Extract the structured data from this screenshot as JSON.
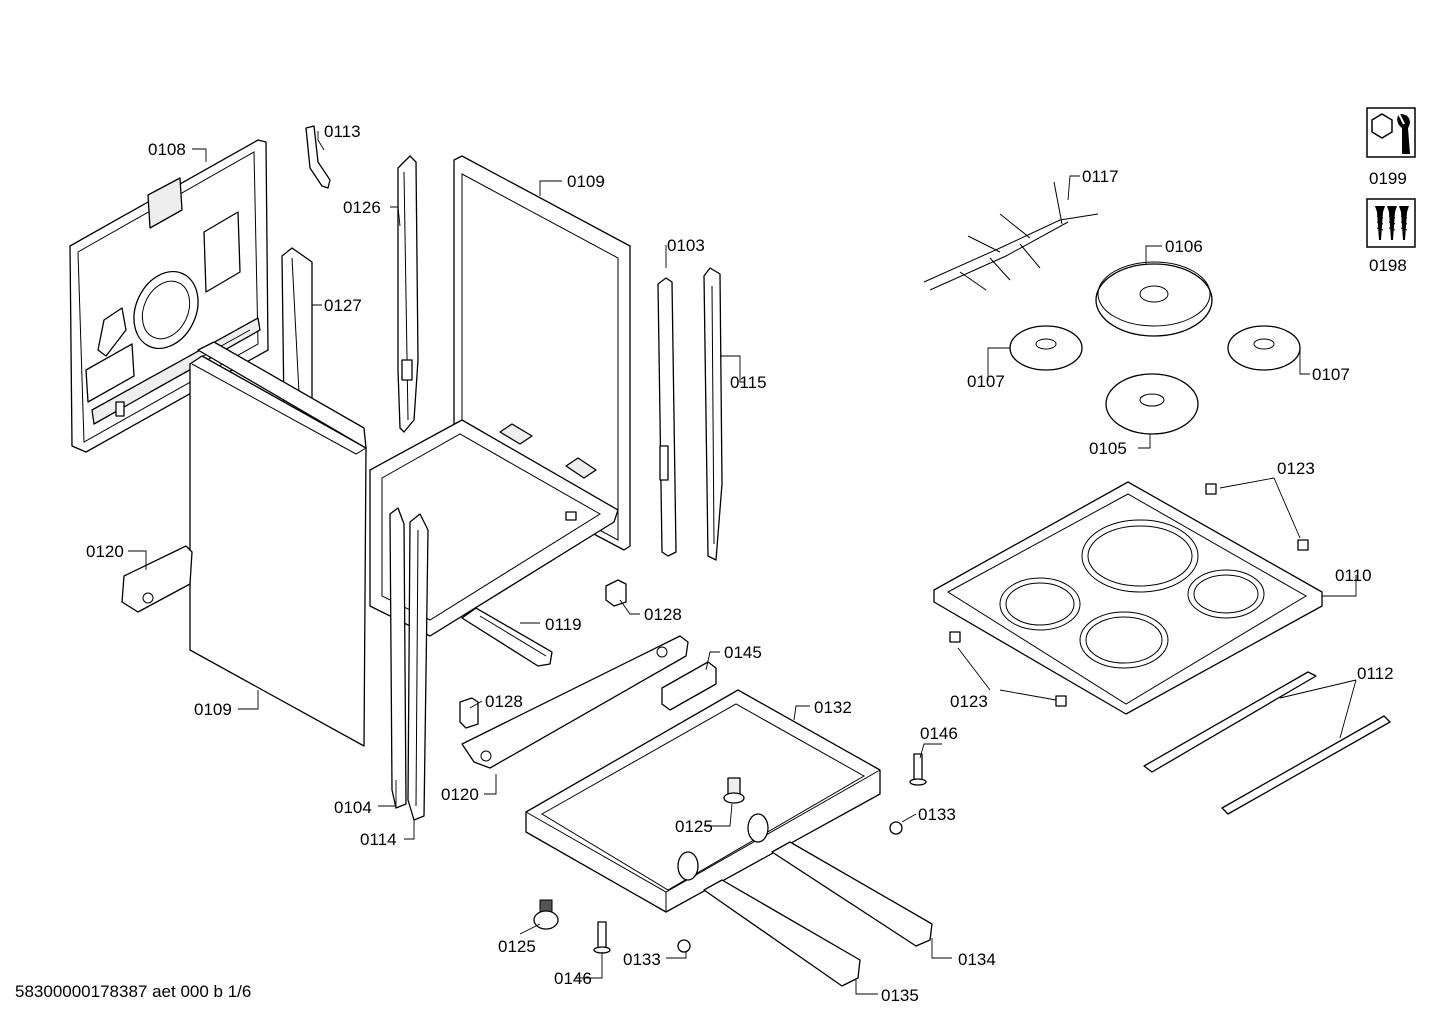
{
  "labels": {
    "p0108": "0108",
    "p0113": "0113",
    "p0126": "0126",
    "p0109_top": "0109",
    "p0127": "0127",
    "p0103": "0103",
    "p0115": "0115",
    "p0117": "0117",
    "p0106": "0106",
    "p0107_left": "0107",
    "p0107_right": "0107",
    "p0105": "0105",
    "p0123_top": "0123",
    "p0110": "0110",
    "p0123_bottom": "0123",
    "p0112": "0112",
    "p0120_left": "0120",
    "p0128_top": "0128",
    "p0119": "0119",
    "p0109_bottom": "0109",
    "p0128_mid": "0128",
    "p0145": "0145",
    "p0132": "0132",
    "p0120_bottom": "0120",
    "p0104": "0104",
    "p0114": "0114",
    "p0146_right": "0146",
    "p0133_right": "0133",
    "p0125_mid": "0125",
    "p0125_bottom": "0125",
    "p0146_bottom": "0146",
    "p0133_bottom": "0133",
    "p0134": "0134",
    "p0135": "0135",
    "p0199": "0199",
    "p0198": "0198"
  },
  "icons": {
    "service_tools": "wrench-nut-icon",
    "screw_set": "screws-icon"
  },
  "footer": {
    "document_id": "58300000178387 aet 000 b 1/6"
  }
}
